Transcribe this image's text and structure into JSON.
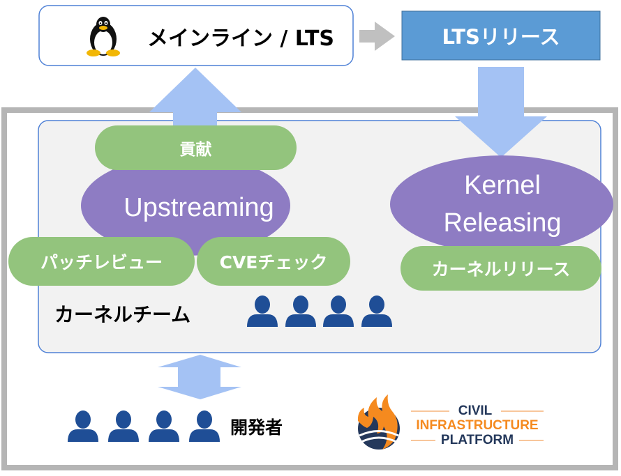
{
  "diagram": {
    "mainline_box": {
      "label": "メインライン / LTS",
      "icon": "linux-tux-icon"
    },
    "lts_release_box": {
      "label": "LTSリリース"
    },
    "upstreaming": {
      "title": "Upstreaming",
      "top_pill": "貢献",
      "bottom_pills": [
        "パッチレビュー",
        "CVEチェック"
      ]
    },
    "kernel_releasing": {
      "title_line1": "Kernel",
      "title_line2": "Releasing",
      "pill": "カーネルリリース"
    },
    "kernel_team": {
      "label": "カーネルチーム",
      "member_count": 4
    },
    "developers": {
      "label": "開発者",
      "member_count": 4
    },
    "logo": {
      "line1": "CIVIL",
      "line2": "INFRASTRUCTURE",
      "line3": "PLATFORM"
    },
    "colors": {
      "green_pill": "#93c47d",
      "purple_ellipse": "#8e7cc3",
      "light_blue_arrow": "#a4c2f4",
      "blue_box": "#5b9bd5",
      "gray_arrow": "#c0c0c0",
      "person_icon": "#1f4e96",
      "logo_orange": "#f58a1f",
      "logo_navy": "#24385b"
    }
  }
}
